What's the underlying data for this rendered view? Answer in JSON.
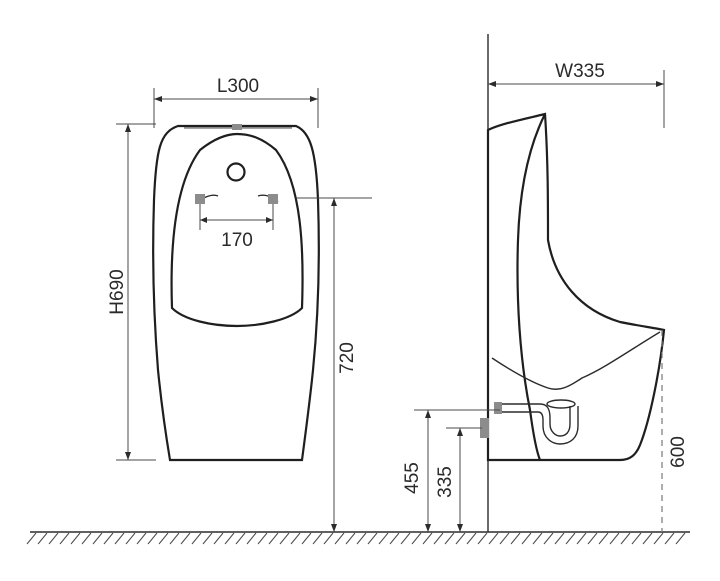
{
  "dimensions": {
    "length": "L300",
    "height": "H690",
    "width": "W335",
    "spacing": "170",
    "inlet_height": "720",
    "outlet_height_455": "455",
    "outlet_height_335": "335",
    "side_height": "600"
  }
}
